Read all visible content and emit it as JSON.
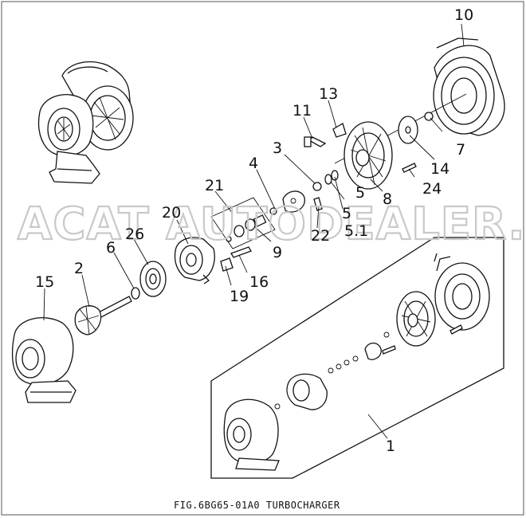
{
  "caption": "FIG.6BG65-01A0   TURBOCHARGER",
  "watermark": "ACAT AUTODEALER.RU",
  "callouts": [
    {
      "id": "c1",
      "label": "1"
    },
    {
      "id": "c2",
      "label": "2"
    },
    {
      "id": "c3",
      "label": "3"
    },
    {
      "id": "c4",
      "label": "4"
    },
    {
      "id": "c5a",
      "label": "5"
    },
    {
      "id": "c5b",
      "label": "5"
    },
    {
      "id": "c51",
      "label": "5.1"
    },
    {
      "id": "c6",
      "label": "6"
    },
    {
      "id": "c7",
      "label": "7"
    },
    {
      "id": "c8",
      "label": "8"
    },
    {
      "id": "c9",
      "label": "9"
    },
    {
      "id": "c10",
      "label": "10"
    },
    {
      "id": "c11",
      "label": "11"
    },
    {
      "id": "c13",
      "label": "13"
    },
    {
      "id": "c14",
      "label": "14"
    },
    {
      "id": "c15",
      "label": "15"
    },
    {
      "id": "c16",
      "label": "16"
    },
    {
      "id": "c19",
      "label": "19"
    },
    {
      "id": "c20",
      "label": "20"
    },
    {
      "id": "c21",
      "label": "21"
    },
    {
      "id": "c22",
      "label": "22"
    },
    {
      "id": "c24",
      "label": "24"
    },
    {
      "id": "c26",
      "label": "26"
    }
  ]
}
